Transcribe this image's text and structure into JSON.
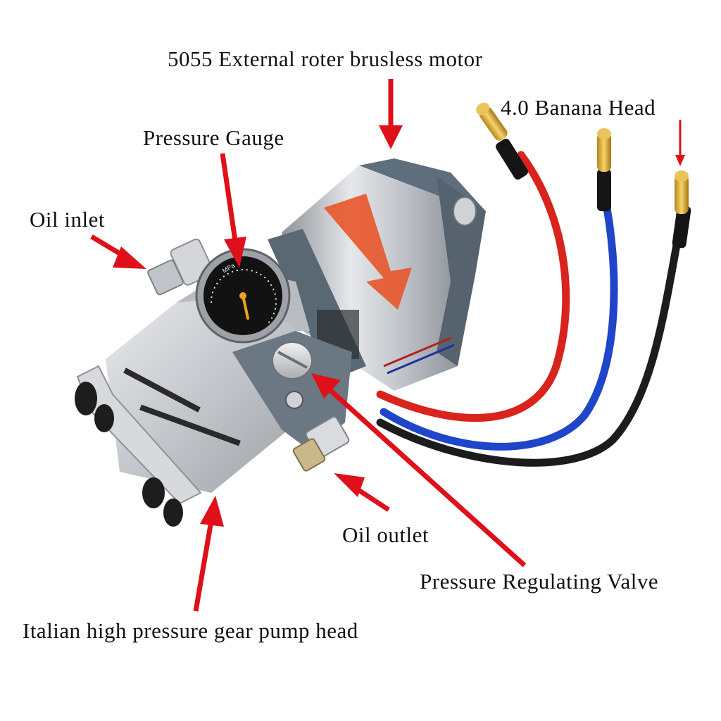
{
  "labels": {
    "motor": "5055 External roter brusless motor",
    "banana": "4.0 Banana Head",
    "gauge": "Pressure Gauge",
    "inlet": "Oil inlet",
    "outlet": "Oil outlet",
    "valve": "Pressure Regulating Valve",
    "pump": "Italian high pressure gear pump head"
  },
  "colors": {
    "arrow": "#e0101a",
    "wire_red": "#d8241c",
    "wire_blue": "#1f46c8",
    "wire_black": "#1c1c1c",
    "motor_body": "#b8bcc2",
    "motor_end": "#5e6e7c",
    "motor_stripe": "#e8552a",
    "gauge_face": "#121212",
    "gauge_needle": "#f0a020",
    "pump_body": "#c9cbce"
  },
  "gauge_unit": "MPa"
}
